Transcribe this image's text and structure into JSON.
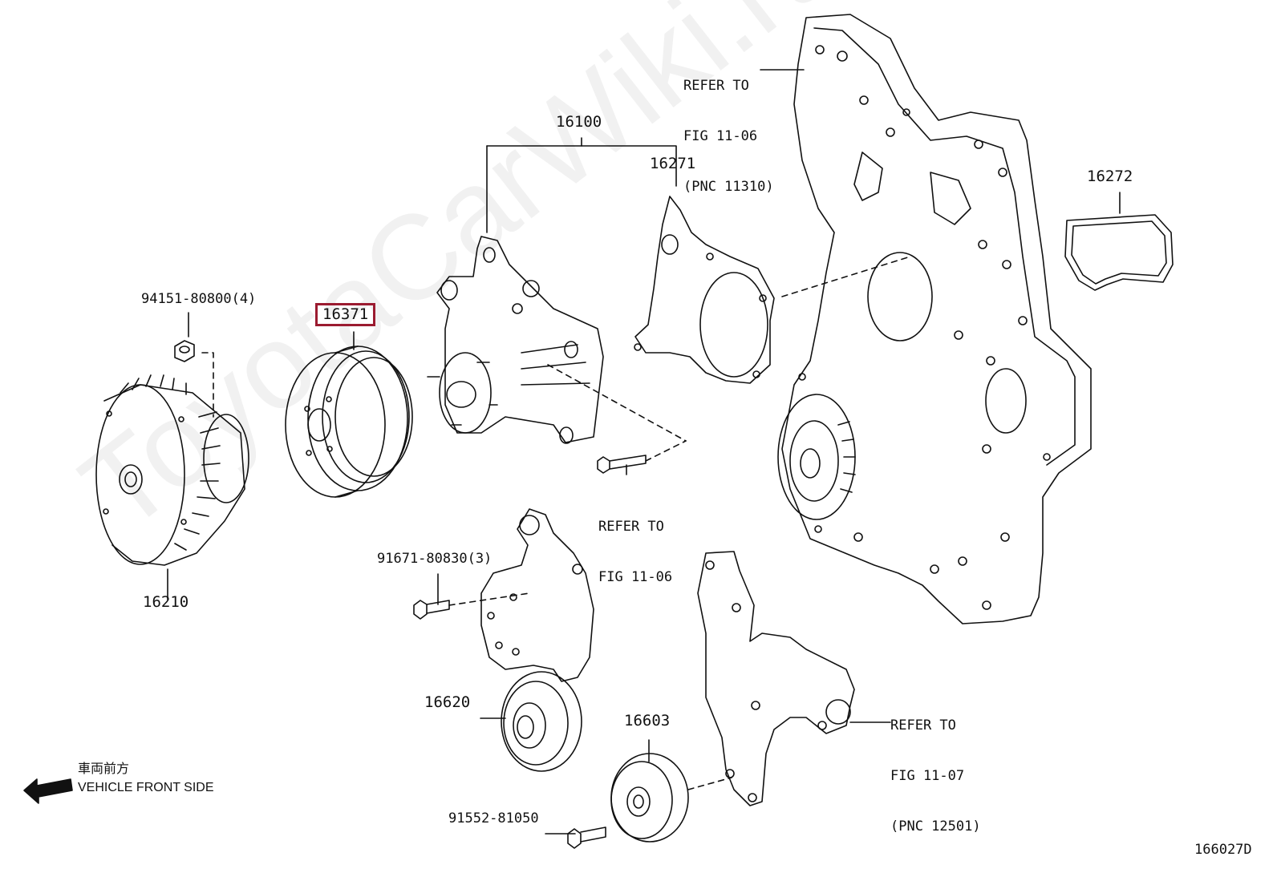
{
  "watermark": "ToyotaCarWiki.ru",
  "labels": {
    "p16100": "16100",
    "p16271": "16271",
    "p16272": "16272",
    "p94151": "94151-80800(4)",
    "p16371": "16371",
    "p16210": "16210",
    "p91671": "91671-80830(3)",
    "p16620": "16620",
    "p16603": "16603",
    "p91552": "91552-81050"
  },
  "refs": {
    "top": [
      "REFER TO",
      "FIG 11-06",
      "(PNC 11310)"
    ],
    "mid": [
      "REFER TO",
      "FIG 11-06"
    ],
    "right": [
      "REFER TO",
      "FIG 11-07",
      "(PNC 12501)"
    ]
  },
  "orientation": {
    "japanese": "車両前方",
    "english": "VEHICLE FRONT SIDE"
  },
  "figure_id": "166027D",
  "colors": {
    "highlight": "#9b1b30",
    "line": "#111111"
  }
}
